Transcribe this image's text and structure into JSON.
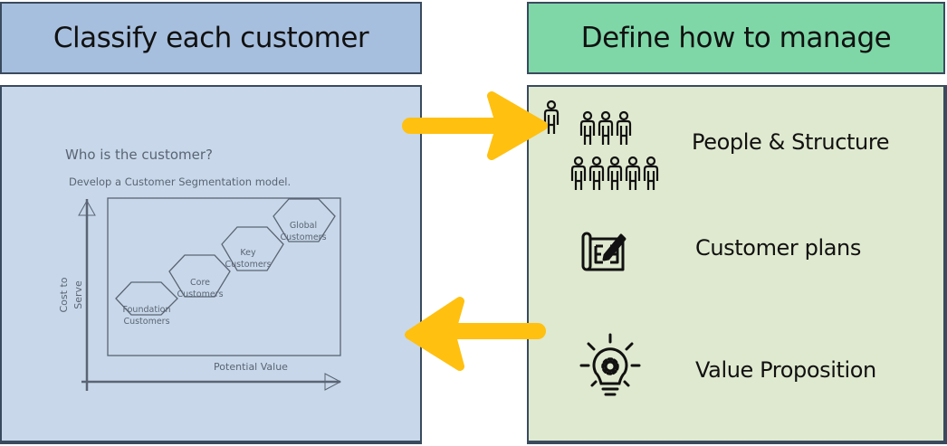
{
  "headers": {
    "left": "Classify each customer",
    "right": "Define how to manage"
  },
  "segmentation": {
    "title": "Who is the customer?",
    "subtitle": "Develop a Customer Segmentation model.",
    "y_axis_label_line1": "Cost to",
    "y_axis_label_line2": "Serve",
    "x_axis_label": "Potential Value",
    "segments": [
      {
        "line1": "Foundation",
        "line2": "Customers"
      },
      {
        "line1": "Core",
        "line2": "Customers"
      },
      {
        "line1": "Key",
        "line2": "Customers"
      },
      {
        "line1": "Global",
        "line2": "Customers"
      }
    ]
  },
  "manage_items": [
    {
      "label": "People & Structure",
      "icon": "people-group-icon"
    },
    {
      "label": "Customer plans",
      "icon": "blueprint-pencil-icon"
    },
    {
      "label": "Value Proposition",
      "icon": "lightbulb-gear-icon"
    }
  ],
  "arrows": [
    {
      "direction": "right",
      "color": "#ffc010"
    },
    {
      "direction": "left",
      "color": "#ffc010"
    }
  ],
  "colors": {
    "left_header": "#a7bfde",
    "right_header": "#7fd7a8",
    "left_panel": "#c8d8ea",
    "right_panel": "#dfe9cf",
    "arrow": "#ffc010",
    "diagram_stroke": "#5a6474"
  }
}
